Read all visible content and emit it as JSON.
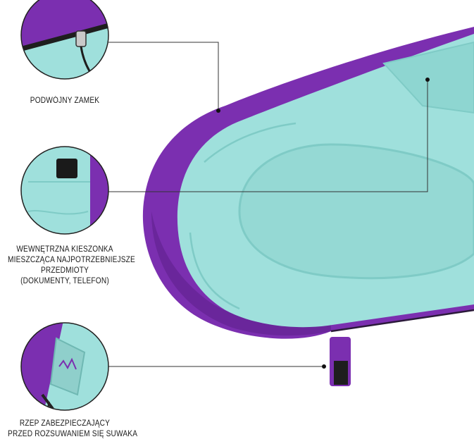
{
  "image": {
    "subject": "sleeping-bag",
    "colors": {
      "shell_purple": "#7b2fb0",
      "shell_purple_dark": "#5d1f8a",
      "lining_mint": "#9fe0dc",
      "lining_mint_shadow": "#7fcbc6",
      "zipper_dark": "#222222",
      "leader_line": "#333333"
    }
  },
  "callouts": [
    {
      "id": "double-zipper",
      "lines": [
        "PODWÓJNY ZAMEK"
      ]
    },
    {
      "id": "inner-pocket",
      "lines": [
        "WEWNĘTRZNA KIESZONKA",
        "MIESZCZĄCA NAJPOTRZEBNIEJSZE",
        "PRZEDMIOTY",
        "(DOKUMENTY, TELEFON)"
      ]
    },
    {
      "id": "velcro-strap",
      "lines": [
        "RZEP ZABEZPIECZAJĄCY",
        "PRZED ROZSUWANIEM  SIĘ SUWAKA"
      ]
    }
  ]
}
